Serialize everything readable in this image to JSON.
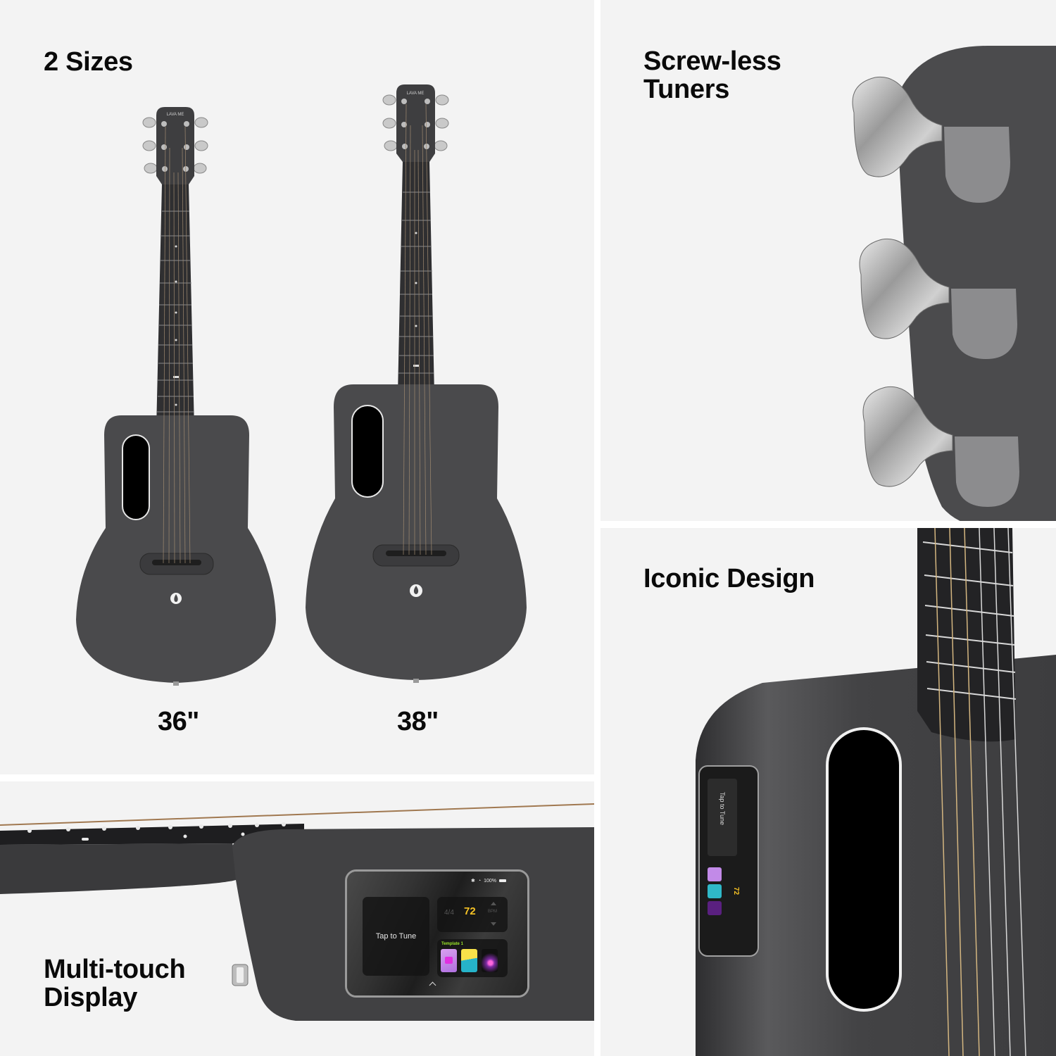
{
  "panels": {
    "sizes": {
      "headline": "2 Sizes",
      "guitars": [
        {
          "size_label": "36\"",
          "headstock_logo": "LAVA ME"
        },
        {
          "size_label": "38\"",
          "headstock_logo": "LAVA ME"
        }
      ]
    },
    "tuners": {
      "headline_line1": "Screw-less",
      "headline_line2": "Tuners",
      "tuner_count": 3
    },
    "design": {
      "headline": "Iconic Design"
    },
    "display": {
      "headline_line1": "Multi-touch",
      "headline_line2": "Display",
      "screen": {
        "status_battery": "100%",
        "tuner_label": "Tap to Tune",
        "time_signature": "4/4",
        "bpm_value": "72",
        "bpm_unit": "BPM",
        "template_title": "Template 1"
      }
    }
  },
  "colors": {
    "panel_background": "#f3f3f3",
    "gutter": "#ffffff",
    "guitar_body": "#4a4a4c",
    "text": "#0a0a0a",
    "bpm_accent": "#f7c325",
    "template_accent": "#9ae62a"
  }
}
